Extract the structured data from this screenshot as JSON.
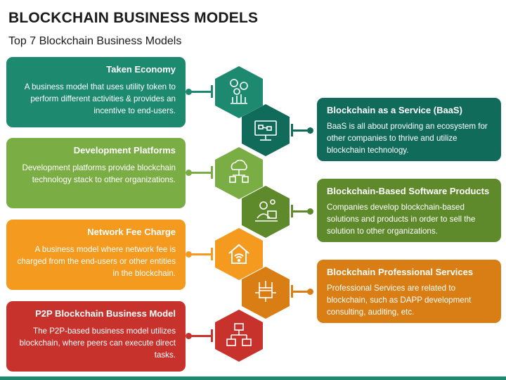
{
  "header": {
    "title": "BLOCKCHAIN BUSINESS MODELS",
    "subtitle": "Top 7 Blockchain Business Models"
  },
  "models": [
    {
      "side": "left",
      "title": "Taken Economy",
      "description": "A business model that uses utility token to perform different activities & provides an incentive to end-users.",
      "color": "#1d8a70",
      "icon": "token-economy-icon"
    },
    {
      "side": "right",
      "title": "Blockchain as a Service (BaaS)",
      "description": "BaaS is all about providing an ecosystem for other companies to thrive and utilize blockchain technology.",
      "color": "#116b5b",
      "icon": "computer-chain-icon"
    },
    {
      "side": "left",
      "title": "Development Platforms",
      "description": "Development platforms provide blockchain technology stack to other organizations.",
      "color": "#7bad45",
      "icon": "cloud-network-icon"
    },
    {
      "side": "right",
      "title": "Blockchain-Based Software Products",
      "description": "Companies develop blockchain-based solutions and products in order to sell the solution to other organizations.",
      "color": "#5e8a2c",
      "icon": "software-developer-icon"
    },
    {
      "side": "left",
      "title": "Network Fee Charge",
      "description": "A business model where network fee is charged from the end-users or other entities in the blockchain.",
      "color": "#f39a1f",
      "icon": "wifi-home-icon"
    },
    {
      "side": "right",
      "title": "Blockchain Professional Services",
      "description": "Professional Services are related to blockchain, such as DAPP development consulting, auditing, etc.",
      "color": "#d97e14",
      "icon": "box-network-icon"
    },
    {
      "side": "left",
      "title": "P2P Blockchain Business Model",
      "description": "The P2P-based business model utilizes blockchain, where peers can execute direct tasks.",
      "color": "#c8322c",
      "icon": "p2p-network-icon"
    }
  ]
}
